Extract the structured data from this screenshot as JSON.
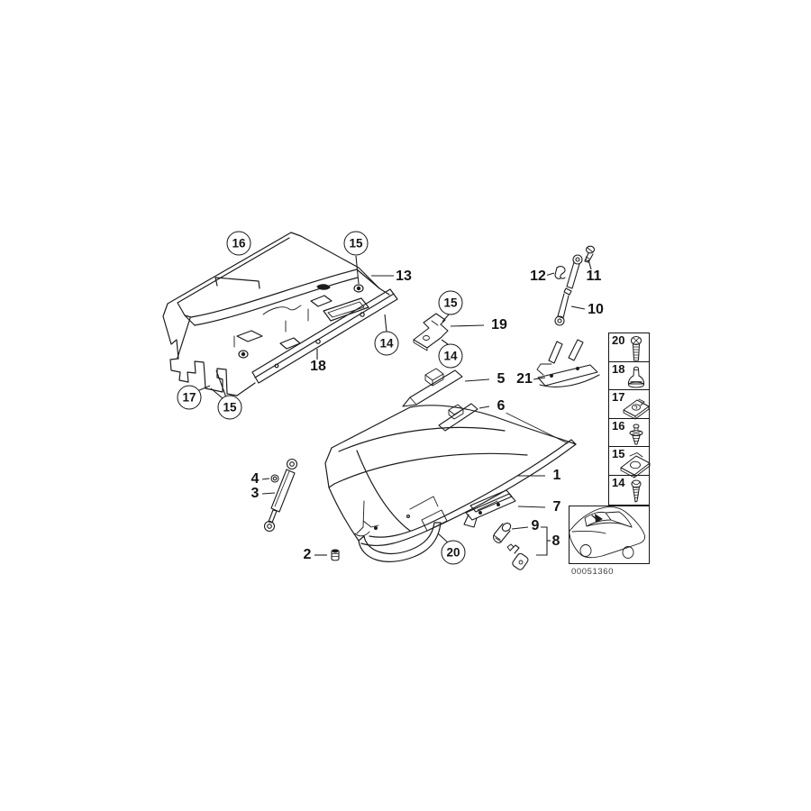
{
  "diagram": {
    "type": "parts-diagram",
    "subject": "Glove box with components and mounting parts",
    "image_number": "00051360",
    "callouts": {
      "circled": [
        {
          "label": "16"
        },
        {
          "label": "15"
        },
        {
          "label": "14"
        },
        {
          "label": "17"
        },
        {
          "label": "15"
        },
        {
          "label": "15"
        },
        {
          "label": "14"
        },
        {
          "label": "20"
        }
      ],
      "plain": [
        {
          "label": "13"
        },
        {
          "label": "18"
        },
        {
          "label": "12"
        },
        {
          "label": "11"
        },
        {
          "label": "10"
        },
        {
          "label": "19"
        },
        {
          "label": "5"
        },
        {
          "label": "21"
        },
        {
          "label": "6"
        },
        {
          "label": "1"
        },
        {
          "label": "7"
        },
        {
          "label": "9"
        },
        {
          "label": "8"
        },
        {
          "label": "4"
        },
        {
          "label": "3"
        },
        {
          "label": "2"
        }
      ]
    },
    "legend": {
      "rows": [
        {
          "label": "20",
          "icon": "pan-head-screw-icon"
        },
        {
          "label": "18",
          "icon": "expanding-rivet-icon"
        },
        {
          "label": "17",
          "icon": "clip-nut-icon"
        },
        {
          "label": "16",
          "icon": "plastic-rivet-icon"
        },
        {
          "label": "15",
          "icon": "clip-nut-icon"
        },
        {
          "label": "14",
          "icon": "tapping-screw-icon"
        }
      ]
    },
    "colors": {
      "line": "#1c1c1c",
      "background": "#ffffff"
    }
  }
}
